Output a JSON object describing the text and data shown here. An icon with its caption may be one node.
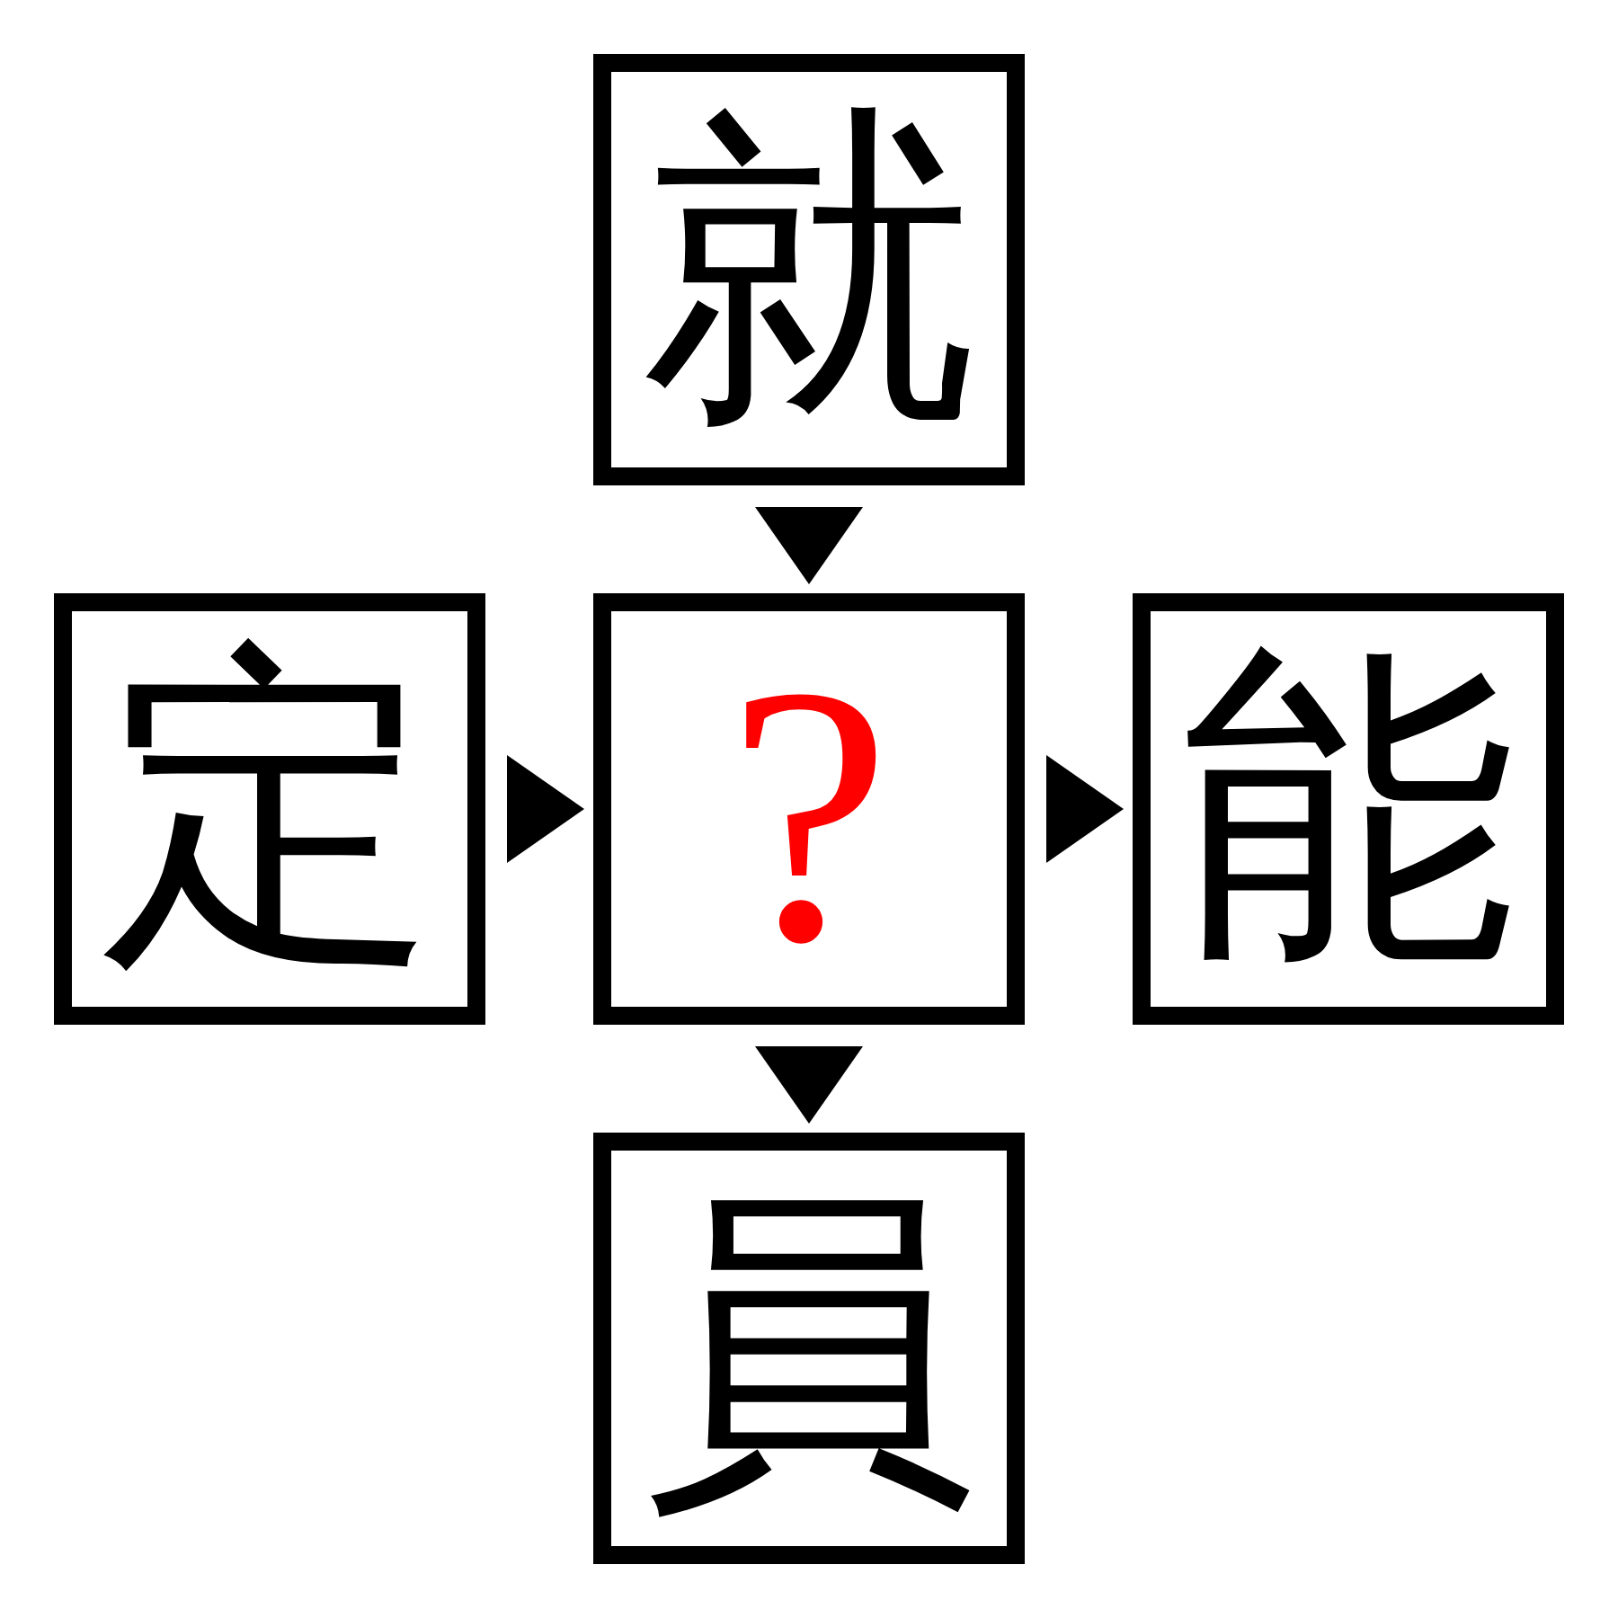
{
  "diagram": {
    "nodes": [
      {
        "text": [
          "就"
        ]
      },
      {
        "text": [
          "定"
        ]
      },
      {
        "text": [
          "?"
        ]
      },
      {
        "text": [
          "能"
        ]
      },
      {
        "text": [
          "員"
        ]
      }
    ],
    "edges": [
      {
        "from": 0,
        "to": 2,
        "arrow": "to"
      },
      {
        "from": 1,
        "to": 2,
        "arrow": "to"
      },
      {
        "from": 2,
        "to": 3,
        "arrow": "to"
      },
      {
        "from": 2,
        "to": 4,
        "arrow": "to"
      }
    ]
  }
}
